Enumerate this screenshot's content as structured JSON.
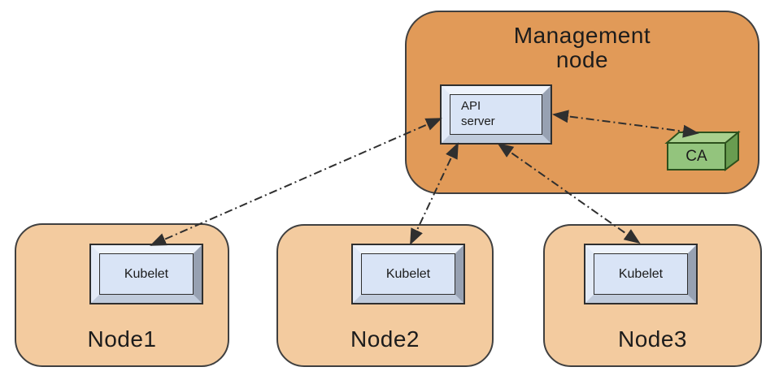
{
  "management_node": {
    "label": "Management\nnode",
    "fill": "#e19a58",
    "api_server": {
      "label": "API\nserver",
      "face_fill": "#d9e4f6"
    },
    "ca": {
      "label": "CA",
      "front_fill": "#93c47d",
      "top_fill": "#a9d08e",
      "side_fill": "#699c50"
    }
  },
  "worker_nodes": [
    {
      "label": "Node1",
      "component_label": "Kubelet"
    },
    {
      "label": "Node2",
      "component_label": "Kubelet"
    },
    {
      "label": "Node3",
      "component_label": "Kubelet"
    }
  ],
  "worker_fill": "#f3cb9f",
  "connections": [
    {
      "from": "api-server",
      "to": "kubelet-node1",
      "style": "dash-dot",
      "bidirectional": true
    },
    {
      "from": "api-server",
      "to": "kubelet-node2",
      "style": "dash-dot",
      "bidirectional": true
    },
    {
      "from": "api-server",
      "to": "kubelet-node3",
      "style": "dash-dot",
      "bidirectional": true
    },
    {
      "from": "api-server",
      "to": "ca",
      "style": "dash-dot",
      "bidirectional": true
    }
  ],
  "line_color": "#2f2f2f"
}
